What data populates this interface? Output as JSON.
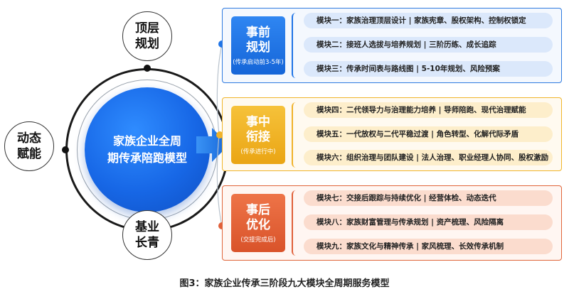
{
  "cycle": {
    "core_line1": "家族企业全周",
    "core_line2": "期传承陪跑模型",
    "top_node": {
      "line1": "顶层",
      "line2": "规划"
    },
    "left_node": {
      "line1": "动态",
      "line2": "赋能"
    },
    "bottom_node": {
      "line1": "基业",
      "line2": "长青"
    }
  },
  "phases": [
    {
      "title_line1": "事前",
      "title_line2": "规划",
      "subtitle": "(传承启动前3-5年)",
      "color": "#1f74e6",
      "modules": [
        "模块一：家族治理顶层设计 | 家族宪章、股权架构、控制权锁定",
        "模块二：接班人选拔与培养规划 | 三阶历练、成长追踪",
        "模块三：传承时间表与路线图 | 5-10年规划、风险预案"
      ]
    },
    {
      "title_line1": "事中",
      "title_line2": "衔接",
      "subtitle": "(传承进行中)",
      "color": "#f0b22a",
      "modules": [
        "模块四：二代领导力与治理能力培养 | 导师陪跑、现代治理赋能",
        "模块五：一代放权与二代平稳过渡 | 角色转型、化解代际矛盾",
        "模块六：组织治理与团队建设 | 法人治理、职业经理人协同、股权激励"
      ]
    },
    {
      "title_line1": "事后",
      "title_line2": "优化",
      "subtitle": "(交接完成后)",
      "color": "#e0603a",
      "modules": [
        "模块七：交接后跟踪与持续优化 | 经营体检、动态迭代",
        "模块八：家族财富管理与传承规划 | 资产梳理、风险隔离",
        "模块九：家族文化与精神传承 | 家风梳理、长效传承机制"
      ]
    }
  ],
  "caption": "图3：家族企业传承三阶段九大模块全周期服务模型"
}
